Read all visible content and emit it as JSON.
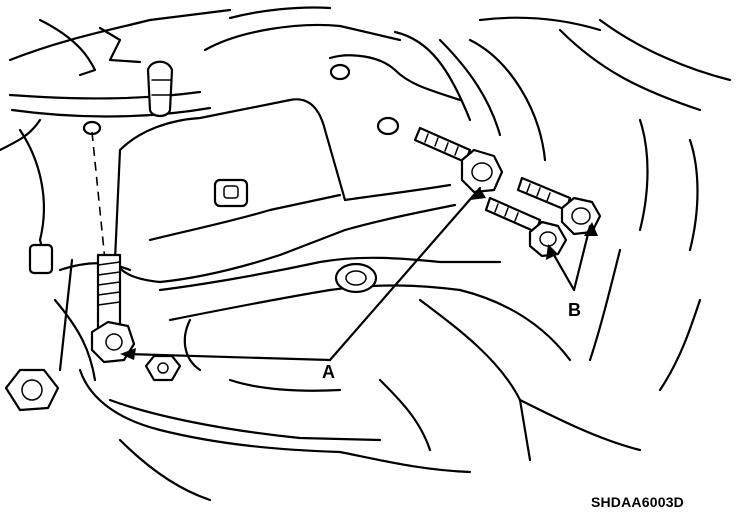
{
  "callouts": {
    "a": "A",
    "b": "B"
  },
  "figure_code": "SHDAA6003D",
  "colors": {
    "line": "#000000",
    "background": "#ffffff"
  }
}
